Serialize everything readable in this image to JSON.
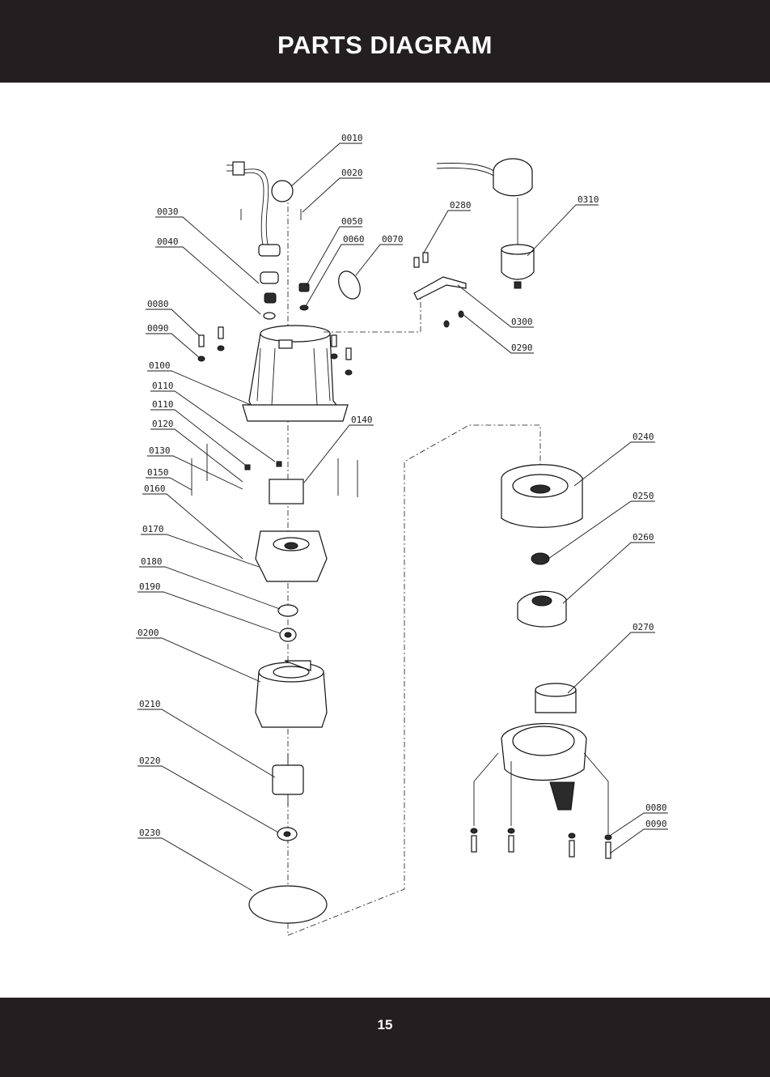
{
  "header": {
    "title": "PARTS DIAGRAM"
  },
  "footer": {
    "page_number": "15"
  },
  "colors": {
    "bar": "#231f20",
    "bar_text": "#ffffff",
    "linework": "#1a1a1a"
  },
  "part_labels": [
    "0010",
    "0020",
    "0030",
    "0040",
    "0050",
    "0060",
    "0070",
    "0080",
    "0090",
    "0100",
    "0110",
    "0110",
    "0120",
    "0130",
    "0140",
    "0150",
    "0160",
    "0170",
    "0180",
    "0190",
    "0200",
    "0210",
    "0220",
    "0230",
    "0240",
    "0250",
    "0260",
    "0270",
    "0280",
    "0290",
    "0300",
    "0310",
    "0080",
    "0090"
  ]
}
